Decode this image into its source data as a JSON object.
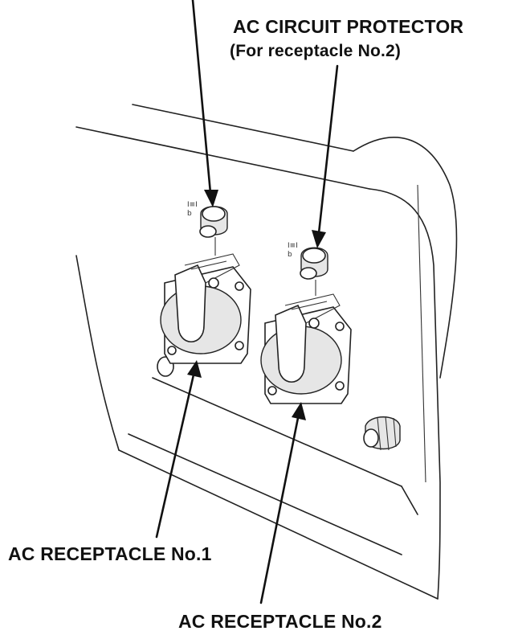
{
  "labels": {
    "protector_top_partial": "",
    "protector2_title": "AC CIRCUIT PROTECTOR",
    "protector2_sub": "(For receptacle No.2)",
    "receptacle1": "AC RECEPTACLE No.1",
    "receptacle2": "AC RECEPTACLE No.2"
  },
  "colors": {
    "ink": "#111111",
    "background": "#ffffff"
  }
}
